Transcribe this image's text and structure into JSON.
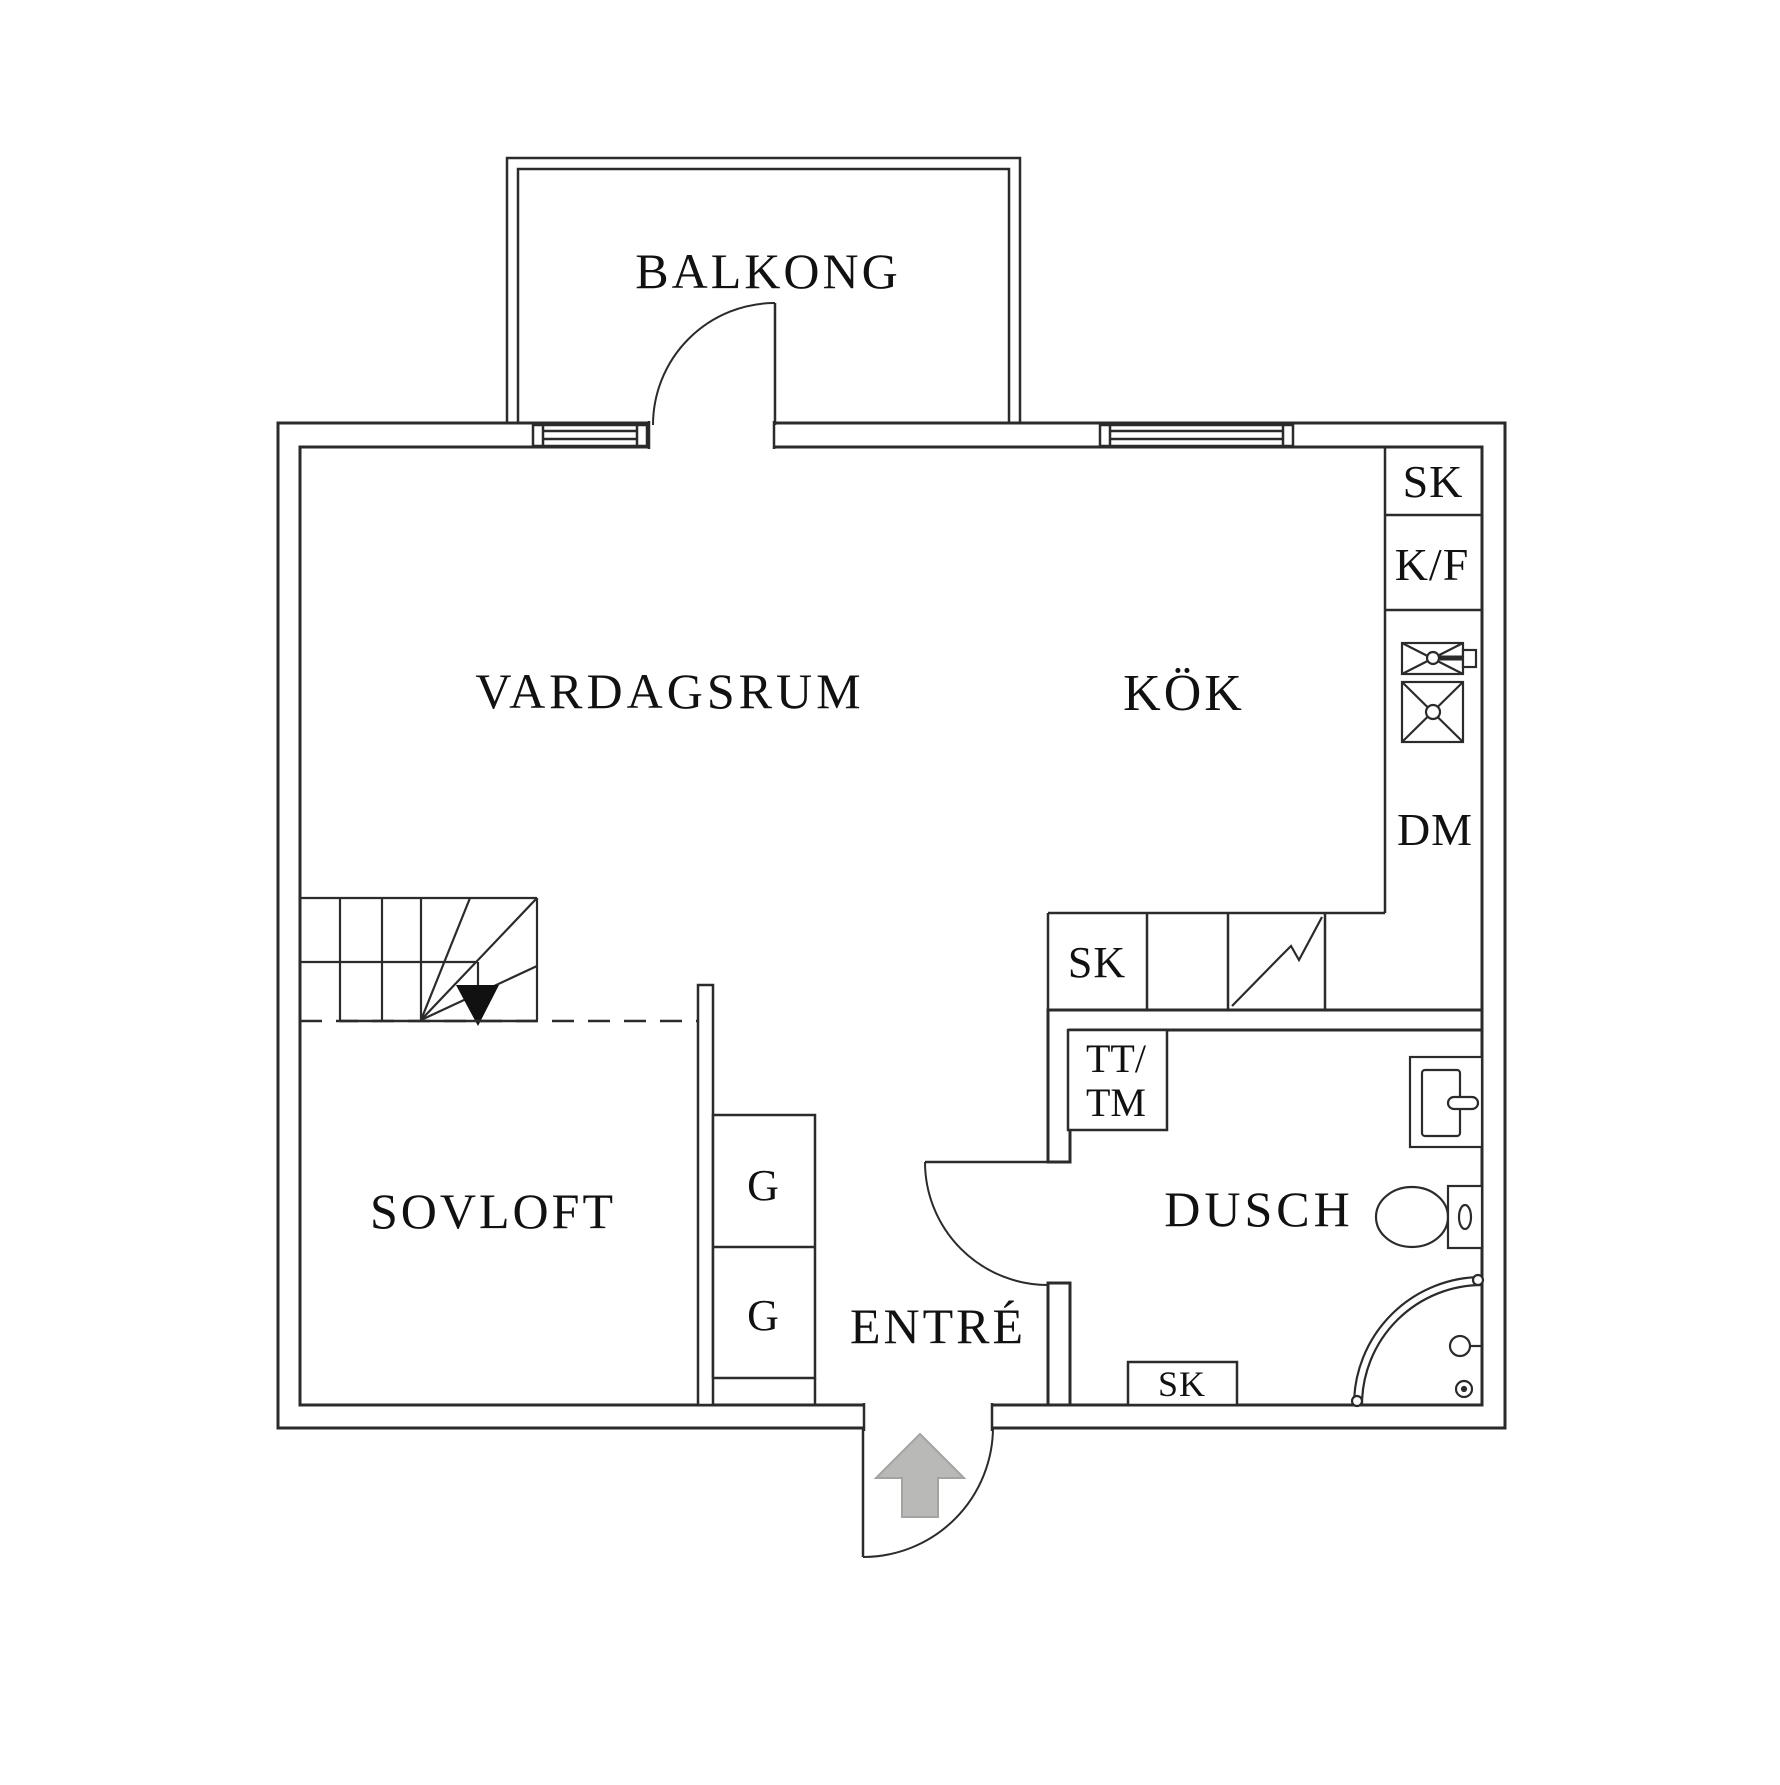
{
  "plan": {
    "title": "apartment-floor-plan",
    "rooms": {
      "balkong": "BALKONG",
      "vardagsrum": "VARDAGSRUM",
      "kok": "KÖK",
      "sovloft": "SOVLOFT",
      "entre": "ENTRÉ",
      "dusch": "DUSCH"
    },
    "fixtures": {
      "sk_top": "SK",
      "kf": "K/F",
      "dm": "DM",
      "sk_mid": "SK",
      "tt": "TT/",
      "tm": "TM",
      "g_upper": "G",
      "g_lower": "G",
      "sk_bath": "SK"
    },
    "colors": {
      "line": "#2b2b2b",
      "text": "#111111",
      "arrow_fill": "#b9b9b7",
      "arrow_stroke": "#a3a3a1",
      "background": "#ffffff"
    }
  }
}
